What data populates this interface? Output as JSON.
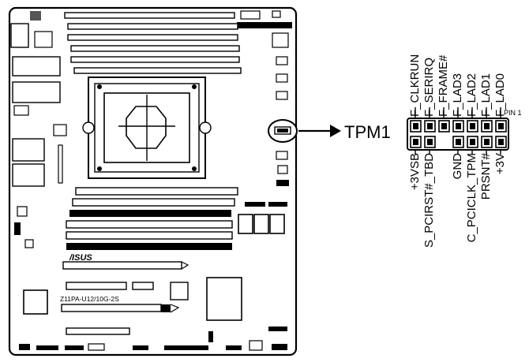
{
  "board": {
    "brand": "/ISUS",
    "model": "Z11PA-U12/10G-2S"
  },
  "connector": {
    "name": "TPM1",
    "pin1_label": "PIN 1",
    "top_pins": [
      "F_CLKRUN",
      "F_SERIRQ",
      "F_FRAME#",
      "F_LAD3",
      "F_LAD2",
      "F_LAD1",
      "F_LAD0"
    ],
    "bottom_pins": [
      "+3VSB",
      "S_PCIRST#_TBD",
      "GND",
      "C_PCICLK_TPM",
      "PRSNT#",
      "+3V"
    ]
  },
  "colors": {
    "line": "#000000",
    "board_fill": "#ffffff",
    "slot_gray": "#d9d9d9"
  }
}
